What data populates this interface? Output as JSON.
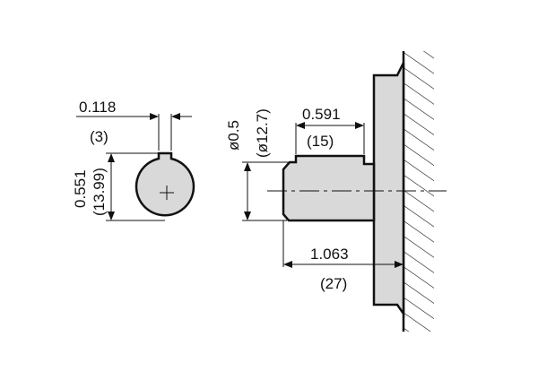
{
  "diagram": {
    "key_width_in": "0.118",
    "key_width_mm": "(3)",
    "key_height_in": "0.551",
    "key_height_mm": "(13.99)",
    "shaft_dia_in": "ø0.5",
    "shaft_dia_mm": "(ø12.7)",
    "key_length_in": "0.591",
    "key_length_mm": "(15)",
    "shaft_length_in": "1.063",
    "shaft_length_mm": "(27)"
  },
  "colors": {
    "part_fill": "#d9d9d9",
    "line": "#111111",
    "background": "#ffffff"
  }
}
